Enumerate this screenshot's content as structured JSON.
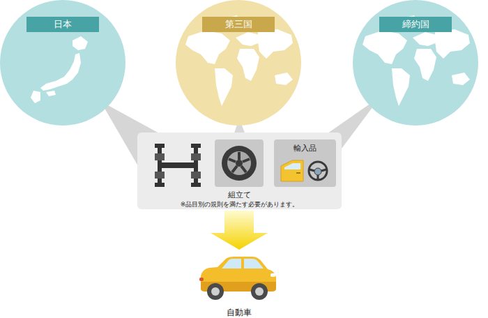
{
  "diagram": {
    "nodes": [
      {
        "text": [
          "日本"
        ]
      },
      {
        "text": [
          "第三国"
        ]
      },
      {
        "text": [
          "締約国"
        ]
      },
      {
        "text": [
          "組立て",
          "※品目別の規則を満たす必要があります。"
        ]
      },
      {
        "text": [
          "輸入品"
        ],
        "in": 3
      }
    ],
    "edges": [
      {
        "from": 0,
        "to": 3,
        "arrow": "none"
      },
      {
        "from": 1,
        "to": 3,
        "arrow": "none"
      },
      {
        "from": 2,
        "to": 4,
        "arrow": "none"
      }
    ],
    "labels": [
      "自動車"
    ]
  }
}
